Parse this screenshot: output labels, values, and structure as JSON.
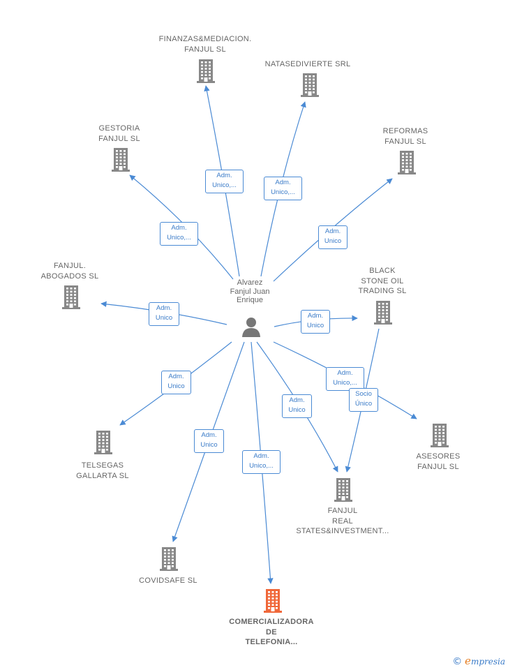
{
  "colors": {
    "edge": "#4a8ad4",
    "building": "#888888",
    "building_highlight": "#f0683a",
    "person": "#777777"
  },
  "person": {
    "label": "Alvarez\nFanjul Juan\nEnrique",
    "icon": "person-icon"
  },
  "companies": [
    {
      "id": "finanzas",
      "label": "FINANZAS&MEDIACION.\nFANJUL  SL",
      "icon": "building-icon",
      "highlight": false
    },
    {
      "id": "natasedivierte",
      "label": "NATASEDIVIERTE SRL",
      "icon": "building-icon",
      "highlight": false
    },
    {
      "id": "gestoria",
      "label": "GESTORIA\nFANJUL  SL",
      "icon": "building-icon",
      "highlight": false
    },
    {
      "id": "reformas",
      "label": "REFORMAS\nFANJUL  SL",
      "icon": "building-icon",
      "highlight": false
    },
    {
      "id": "abogados",
      "label": "FANJUL.\nABOGADOS  SL",
      "icon": "building-icon",
      "highlight": false
    },
    {
      "id": "blackstone",
      "label": "BLACK\nSTONE OIL\nTRADING  SL",
      "icon": "building-icon",
      "highlight": false
    },
    {
      "id": "telsegas",
      "label": "TELSEGAS\nGALLARTA  SL",
      "icon": "building-icon",
      "highlight": false
    },
    {
      "id": "asesores",
      "label": "ASESORES\nFANJUL  SL",
      "icon": "building-icon",
      "highlight": false
    },
    {
      "id": "fanjulreal",
      "label": "FANJUL\nREAL\nSTATES&INVESTMENT...",
      "icon": "building-icon",
      "highlight": false
    },
    {
      "id": "covidsafe",
      "label": "COVIDSAFE  SL",
      "icon": "building-icon",
      "highlight": false
    },
    {
      "id": "comercializadora",
      "label": "COMERCIALIZADORA\nDE\nTELEFONIA...",
      "icon": "building-icon",
      "highlight": true
    }
  ],
  "relations": [
    {
      "from": "person",
      "to": "finanzas",
      "label": "Adm.\nUnico,..."
    },
    {
      "from": "person",
      "to": "natasedivierte",
      "label": "Adm.\nUnico,..."
    },
    {
      "from": "person",
      "to": "gestoria",
      "label": "Adm.\nUnico,..."
    },
    {
      "from": "person",
      "to": "reformas",
      "label": "Adm.\nUnico"
    },
    {
      "from": "person",
      "to": "abogados",
      "label": "Adm.\nUnico"
    },
    {
      "from": "person",
      "to": "blackstone",
      "label": "Adm.\nUnico"
    },
    {
      "from": "person",
      "to": "telsegas",
      "label": "Adm.\nUnico"
    },
    {
      "from": "person",
      "to": "asesores",
      "label": "Adm.\nUnico,..."
    },
    {
      "from": "person",
      "to": "fanjulreal",
      "label": "Adm.\nUnico"
    },
    {
      "from": "blackstone",
      "to": "fanjulreal",
      "label": "Socio\nÚnico"
    },
    {
      "from": "person",
      "to": "covidsafe",
      "label": "Adm.\nUnico"
    },
    {
      "from": "person",
      "to": "comercializadora",
      "label": "Adm.\nUnico,..."
    }
  ],
  "footer": {
    "copyright": "©",
    "brand_e": "e",
    "brand_rest": "mpresia"
  }
}
